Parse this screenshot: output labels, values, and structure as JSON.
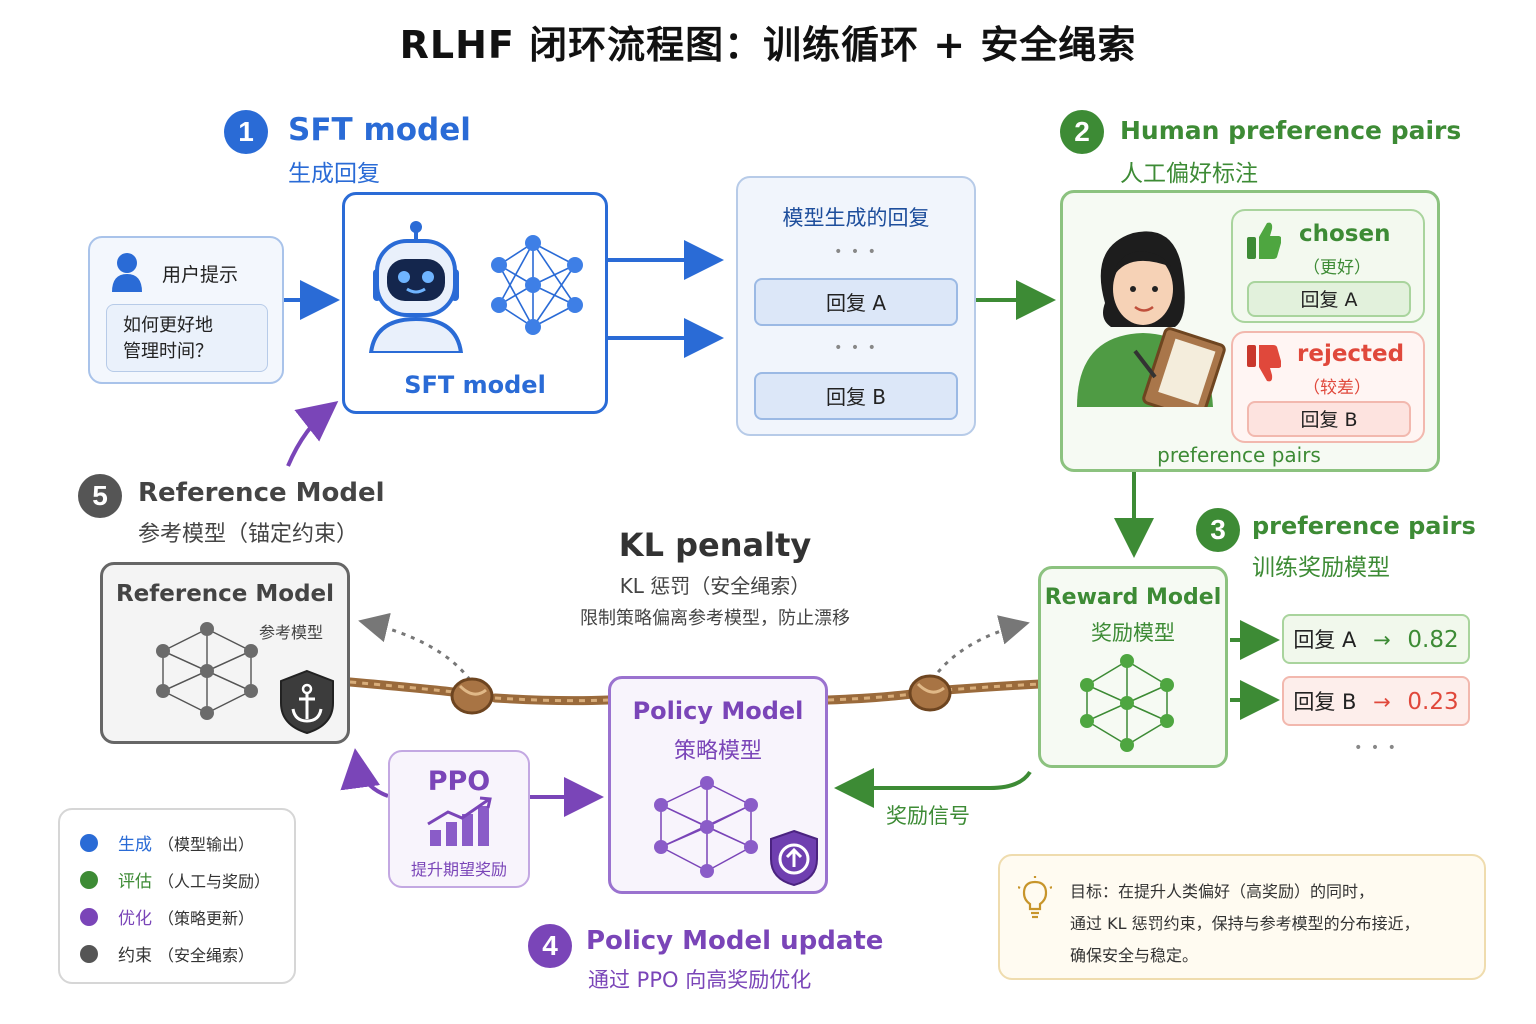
{
  "title": "RLHF 闭环流程图：训练循环 + 安全绳索",
  "step1": {
    "num": "1",
    "title": "SFT model",
    "subtitle": "生成回复"
  },
  "step2": {
    "num": "2",
    "title": "Human preference pairs",
    "subtitle": "人工偏好标注"
  },
  "step3": {
    "num": "3",
    "title": "preference pairs",
    "subtitle": "训练奖励模型"
  },
  "step4": {
    "num": "4",
    "title": "Policy Model update",
    "subtitle": "通过 PPO 向高奖励优化"
  },
  "step5": {
    "num": "5",
    "title": "Reference Model",
    "subtitle": "参考模型（锚定约束）"
  },
  "prompt_box": {
    "label": "用户提示",
    "text_line1": "如何更好地",
    "text_line2": "管理时间？"
  },
  "sft_box": {
    "label": "SFT model"
  },
  "responses_box": {
    "title": "模型生成的回复",
    "dots1": "• • •",
    "item_a": "回复 A",
    "dots2": "• • •",
    "item_b": "回复 B"
  },
  "preference_box": {
    "chosen_title": "chosen",
    "chosen_sub": "（更好）",
    "chosen_item": "回复 A",
    "rejected_title": "rejected",
    "rejected_sub": "（较差）",
    "rejected_item": "回复 B",
    "footer": "preference pairs"
  },
  "reward_box": {
    "title": "Reward Model",
    "subtitle": "奖励模型"
  },
  "scores": {
    "a_label": "回复 A",
    "a_arrow": "→",
    "a_value": "0.82",
    "b_label": "回复 B",
    "b_arrow": "→",
    "b_value": "0.23",
    "dots": "• • •"
  },
  "kl": {
    "title": "KL penalty",
    "subtitle": "KL 惩罚（安全绳索）",
    "desc": "限制策略偏离参考模型，防止漂移"
  },
  "reference_box": {
    "title": "Reference Model",
    "subtitle": "参考模型"
  },
  "policy_box": {
    "title": "Policy Model",
    "subtitle": "策略模型"
  },
  "ppo_box": {
    "title": "PPO",
    "subtitle": "提升期望奖励"
  },
  "reward_signal": "奖励信号",
  "legend": [
    {
      "key": "生成",
      "desc": "（模型输出）",
      "color": "#2a6bd6"
    },
    {
      "key": "评估",
      "desc": "（人工与奖励）",
      "color": "#3d8b35"
    },
    {
      "key": "优化",
      "desc": "（策略更新）",
      "color": "#7a45b8"
    },
    {
      "key": "约束",
      "desc": "（安全绳索）",
      "color": "#555555"
    }
  ],
  "goal": {
    "line1": "目标：在提升人类偏好（高奖励）的同时，",
    "line2": "通过 KL 惩罚约束，保持与参考模型的分布接近，",
    "line3": "确保安全与稳定。"
  },
  "colors": {
    "blue": "#2a6bd6",
    "green": "#3d8b35",
    "purple": "#7a45b8",
    "gray": "#555555",
    "red": "#e0483b"
  }
}
